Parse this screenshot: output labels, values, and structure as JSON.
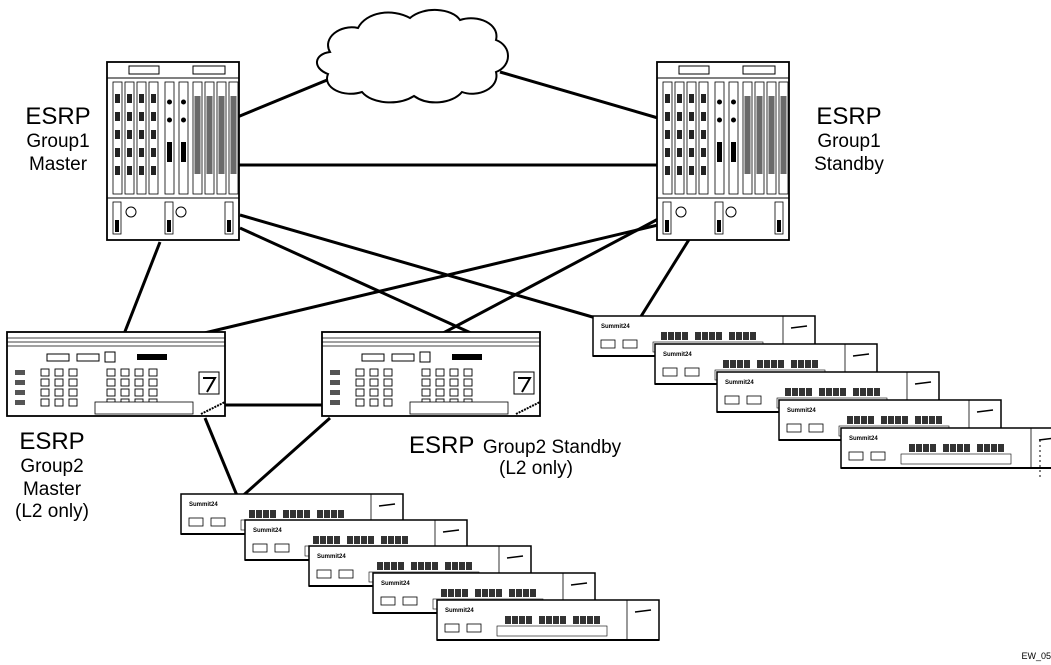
{
  "labels": {
    "g1_master": {
      "line1": "ESRP",
      "line2": "Group1",
      "line3": "Master"
    },
    "g1_standby": {
      "line1": "ESRP",
      "line2": "Group1",
      "line3": "Standby"
    },
    "g2_master": {
      "line1": "ESRP",
      "line2": "Group2",
      "line3": "Master",
      "line4": "(L2 only)"
    },
    "g2_standby": {
      "line1": "ESRP",
      "line2": "Group2 Standby",
      "line3": "(L2 only)"
    }
  },
  "device_brand": "Summit24",
  "figure_id": "EW_05"
}
